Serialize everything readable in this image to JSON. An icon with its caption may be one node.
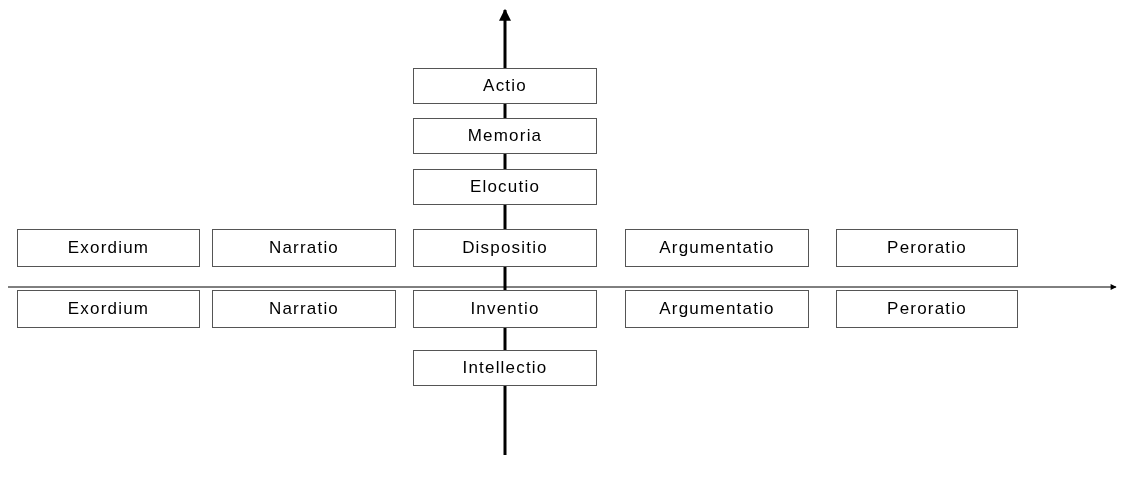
{
  "diagram": {
    "nodes": [
      {
        "text": [
          "Actio"
        ]
      },
      {
        "text": [
          "Memoria"
        ]
      },
      {
        "text": [
          "Elocutio"
        ]
      },
      {
        "text": [
          "Exordium"
        ]
      },
      {
        "text": [
          "Narratio"
        ]
      },
      {
        "text": [
          "Dispositio"
        ]
      },
      {
        "text": [
          "Argumentatio"
        ]
      },
      {
        "text": [
          "Peroratio"
        ]
      },
      {
        "text": [
          "Exordium"
        ]
      },
      {
        "text": [
          "Narratio"
        ]
      },
      {
        "text": [
          "Inventio"
        ]
      },
      {
        "text": [
          "Argumentatio"
        ]
      },
      {
        "text": [
          "Peroratio"
        ]
      },
      {
        "text": [
          "Intellectio"
        ]
      }
    ],
    "edges": [
      {
        "from": null,
        "to": 13,
        "arrow": "none"
      },
      {
        "from": 13,
        "to": 10,
        "arrow": "none"
      },
      {
        "from": 10,
        "to": 5,
        "arrow": "none"
      },
      {
        "from": 5,
        "to": 2,
        "arrow": "none"
      },
      {
        "from": 2,
        "to": 1,
        "arrow": "none"
      },
      {
        "from": 1,
        "to": 0,
        "arrow": "none"
      },
      {
        "from": 0,
        "to": null,
        "arrow": "to"
      }
    ]
  }
}
